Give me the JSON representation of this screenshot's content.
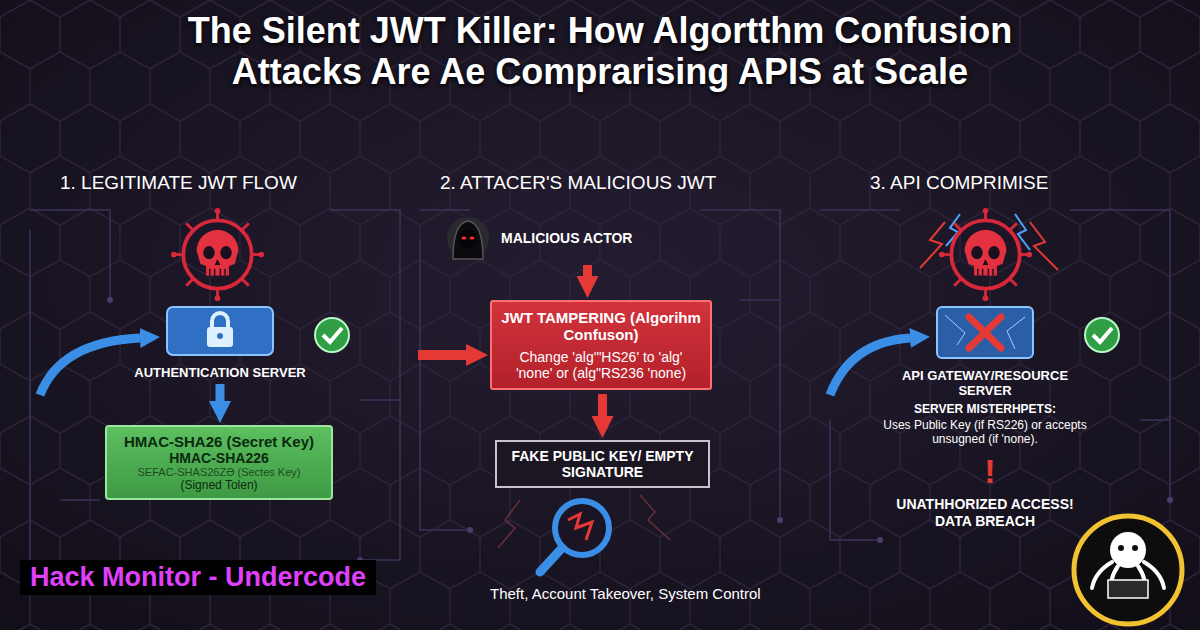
{
  "diagram": {
    "title": "The Silent JWT Killer: How Algortthm Confusion Attacks Are Ae Comprarising APIS at Scale",
    "nodes": [
      {
        "text": [
          "AUTHENTICATION SERVER"
        ]
      },
      {
        "text": [
          "HMAC-SHA26 (Secret Key)",
          "HMAC-SHA226",
          "SEFAC-SHAS26ZƏ (Sectes Key)",
          "(Signed Tolen)"
        ]
      },
      {
        "text": [
          "MALICIOUS ACTOR"
        ]
      },
      {
        "text": [
          "JWT TAMPERING (Algorihm Confuson)",
          "Change 'alg'\"HS26' to 'alg' 'none' or (alg\"RS236 'none)"
        ]
      },
      {
        "text": [
          "FAKE PUBLIC KEY/ EMPTY SIGNATURE"
        ]
      },
      {
        "text": [
          "API GATEWAY/RESOURCE SERVER"
        ]
      },
      {
        "text": [
          "Hack Monitor - Undercode"
        ]
      }
    ],
    "edges": [
      {
        "from": 0,
        "to": 1,
        "arrow": "to"
      },
      {
        "from": 2,
        "to": 3,
        "arrow": "to"
      },
      {
        "from": 3,
        "to": 4,
        "arrow": "to"
      }
    ],
    "labels": [
      "1. LEGITIMATE JWT FLOW",
      "2. ATTACER'S MALICIOUS JWT",
      "3. API COMPRIMISE",
      "SERVER MISTERHPETS:",
      "Uses Public Key (if RS226) or accepts unsugned (if 'none).",
      "!",
      "UNATHHORIZED ACCESS! DATA BREACH",
      "Theft, Account Takeover, System Control"
    ]
  }
}
